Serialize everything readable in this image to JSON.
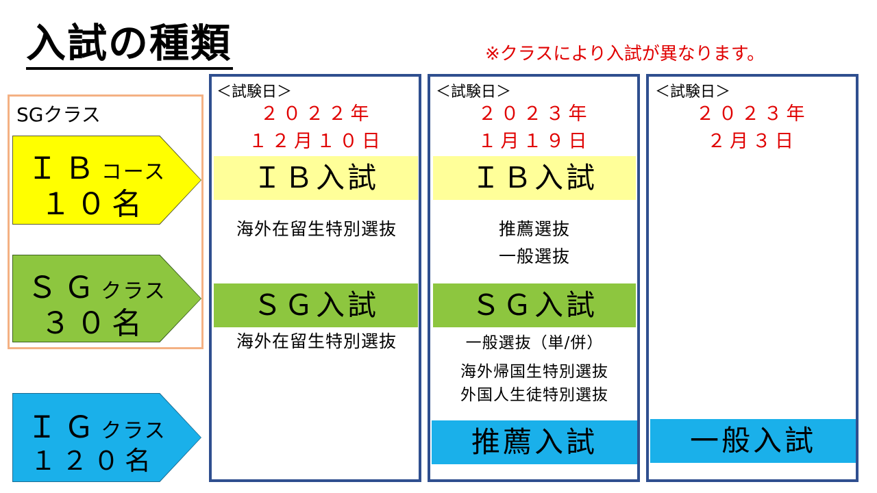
{
  "title": "入試の種類",
  "note": "※クラスにより入試が異なります。",
  "sg_frame_label": "SGクラス",
  "arrows": {
    "ib": {
      "line1_main": "ＩＢ",
      "line1_sub": "コース",
      "line2": "１０名"
    },
    "sg": {
      "line1_main": "ＳＧ",
      "line1_sub": "クラス",
      "line2": "３０名"
    },
    "ig": {
      "line1_main": "ＩＧ",
      "line1_sub": "クラス",
      "line2": "１２０名"
    }
  },
  "columns": [
    {
      "header": "＜試験日＞",
      "date_year": "２０２２年",
      "date_day": "１２月１０日",
      "ib_band": "ＩＢ入試",
      "ib_items": [
        "海外在留生特別選抜"
      ],
      "sg_band": "ＳＧ入試",
      "sg_items": [
        "海外在留生特別選抜"
      ]
    },
    {
      "header": "＜試験日＞",
      "date_year": "２０２３年",
      "date_day": "１月１９日",
      "ib_band": "ＩＢ入試",
      "ib_items": [
        "推薦選抜",
        "一般選抜"
      ],
      "sg_band": "ＳＧ入試",
      "sg_items": [
        "一般選抜（単/併）",
        "海外帰国生特別選抜",
        "外国人生徒特別選抜"
      ],
      "ig_band": "推薦入試"
    },
    {
      "header": "＜試験日＞",
      "date_year": "２０２３年",
      "date_day": "２月３日",
      "ig_band": "一般入試"
    }
  ]
}
